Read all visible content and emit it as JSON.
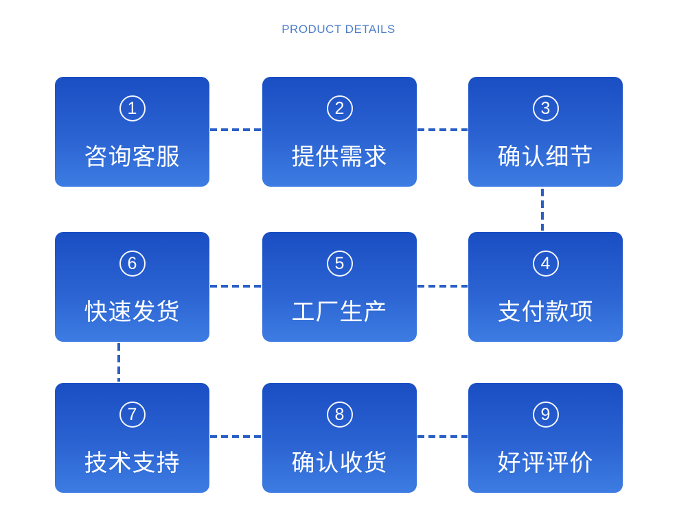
{
  "title": "PRODUCT DETAILS",
  "colors": {
    "background": "#ffffff",
    "title_text": "#4d7ec8",
    "box_gradient_top": "#1a4ec3",
    "box_gradient_bottom": "#3d7ce2",
    "box_text": "#ffffff",
    "connector": "#2a5fc6"
  },
  "steps": [
    {
      "number": "1",
      "label": "咨询客服"
    },
    {
      "number": "2",
      "label": "提供需求"
    },
    {
      "number": "3",
      "label": "确认细节"
    },
    {
      "number": "4",
      "label": "支付款项"
    },
    {
      "number": "5",
      "label": "工厂生产"
    },
    {
      "number": "6",
      "label": "快速发货"
    },
    {
      "number": "7",
      "label": "技术支持"
    },
    {
      "number": "8",
      "label": "确认收货"
    },
    {
      "number": "9",
      "label": "好评评价"
    }
  ],
  "connections": [
    "1-2",
    "2-3",
    "3-4",
    "4-5",
    "5-6",
    "6-7",
    "7-8",
    "8-9"
  ]
}
